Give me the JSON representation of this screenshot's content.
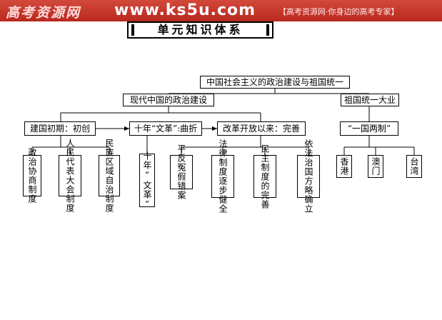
{
  "header": {
    "brand": "高考资源网",
    "site": "www.ks5u.com",
    "slogan": "【高考资源网·你身边的高考专家】"
  },
  "title": "单元知识体系",
  "diagram": {
    "root": "中国社会主义的政治建设与祖国统一",
    "left_main": "现代中国的政治建设",
    "right_main": "祖国统一大业",
    "phase1": "建国初期：初创",
    "phase2": "十年“文革”:曲折",
    "phase3": "改革开放以来：完善",
    "policy": "“一国两制”",
    "p1_items": [
      "政治协商制度",
      "人民代表大会制度",
      "民族区域自治制度"
    ],
    "p2_item": "十年“文革”",
    "p3_items": [
      "平反冤假错案",
      "法律制度逐步健全",
      "民主制度的完善",
      "依法治国方略确立"
    ],
    "regions": [
      "香港",
      "澳门",
      "台湾"
    ]
  }
}
